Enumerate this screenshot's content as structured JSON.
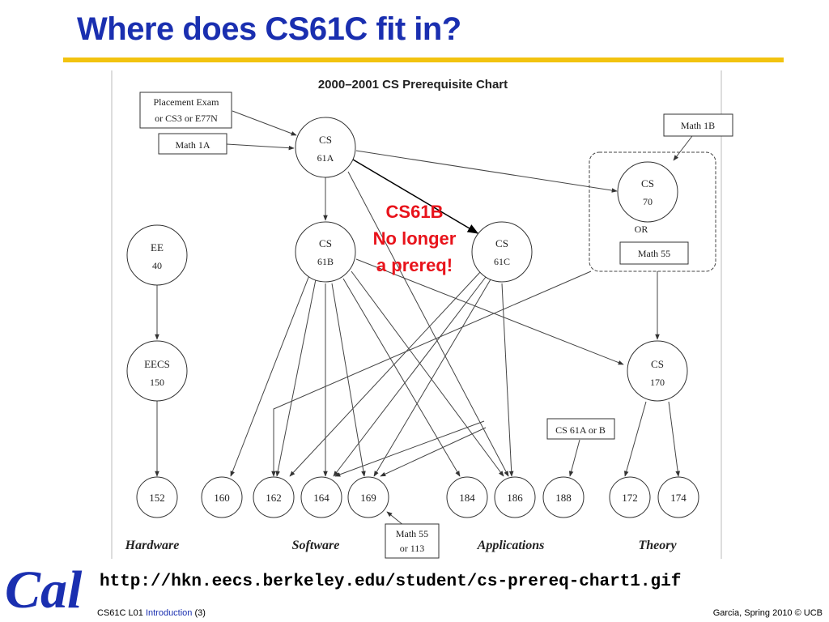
{
  "slide": {
    "title": "Where does CS61C fit in?",
    "url": "http://hkn.eecs.berkeley.edu/student/cs-prereq-chart1.gif",
    "footer_course": "CS61C L01",
    "footer_topic": "Introduction",
    "footer_page": "(3)",
    "footer_right": "Garcia, Spring 2010 © UCB",
    "logo_text": "Cal",
    "colors": {
      "title": "#1a2fb0",
      "rule": "#f2c30f",
      "annotation": "#e8131b",
      "logo": "#1a2fb0"
    }
  },
  "diagram": {
    "chart_title": "2000–2001 CS Prerequisite Chart",
    "boxes": {
      "placement_line1": "Placement Exam",
      "placement_line2": "or CS3 or E77N",
      "math1a": "Math 1A",
      "math1b": "Math 1B",
      "math55": "Math 55",
      "or_label": "OR",
      "cs61a_or_b": "CS 61A or B",
      "math55_113_line1": "Math 55",
      "math55_113_line2": "or 113"
    },
    "nodes": {
      "cs61a": [
        "CS",
        "61A"
      ],
      "cs61b": [
        "CS",
        "61B"
      ],
      "cs61c": [
        "CS",
        "61C"
      ],
      "cs70": [
        "CS",
        "70"
      ],
      "ee40": [
        "EE",
        "40"
      ],
      "eecs150": [
        "EECS",
        "150"
      ],
      "cs170": [
        "CS",
        "170"
      ],
      "n152": "152",
      "n160": "160",
      "n162": "162",
      "n164": "164",
      "n169": "169",
      "n184": "184",
      "n186": "186",
      "n188": "188",
      "n172": "172",
      "n174": "174"
    },
    "categories": {
      "hardware": "Hardware",
      "software": "Software",
      "applications": "Applications",
      "theory": "Theory"
    },
    "annotation": {
      "line1": "CS61B",
      "line2": "No longer",
      "line3": "a prereq!"
    }
  }
}
